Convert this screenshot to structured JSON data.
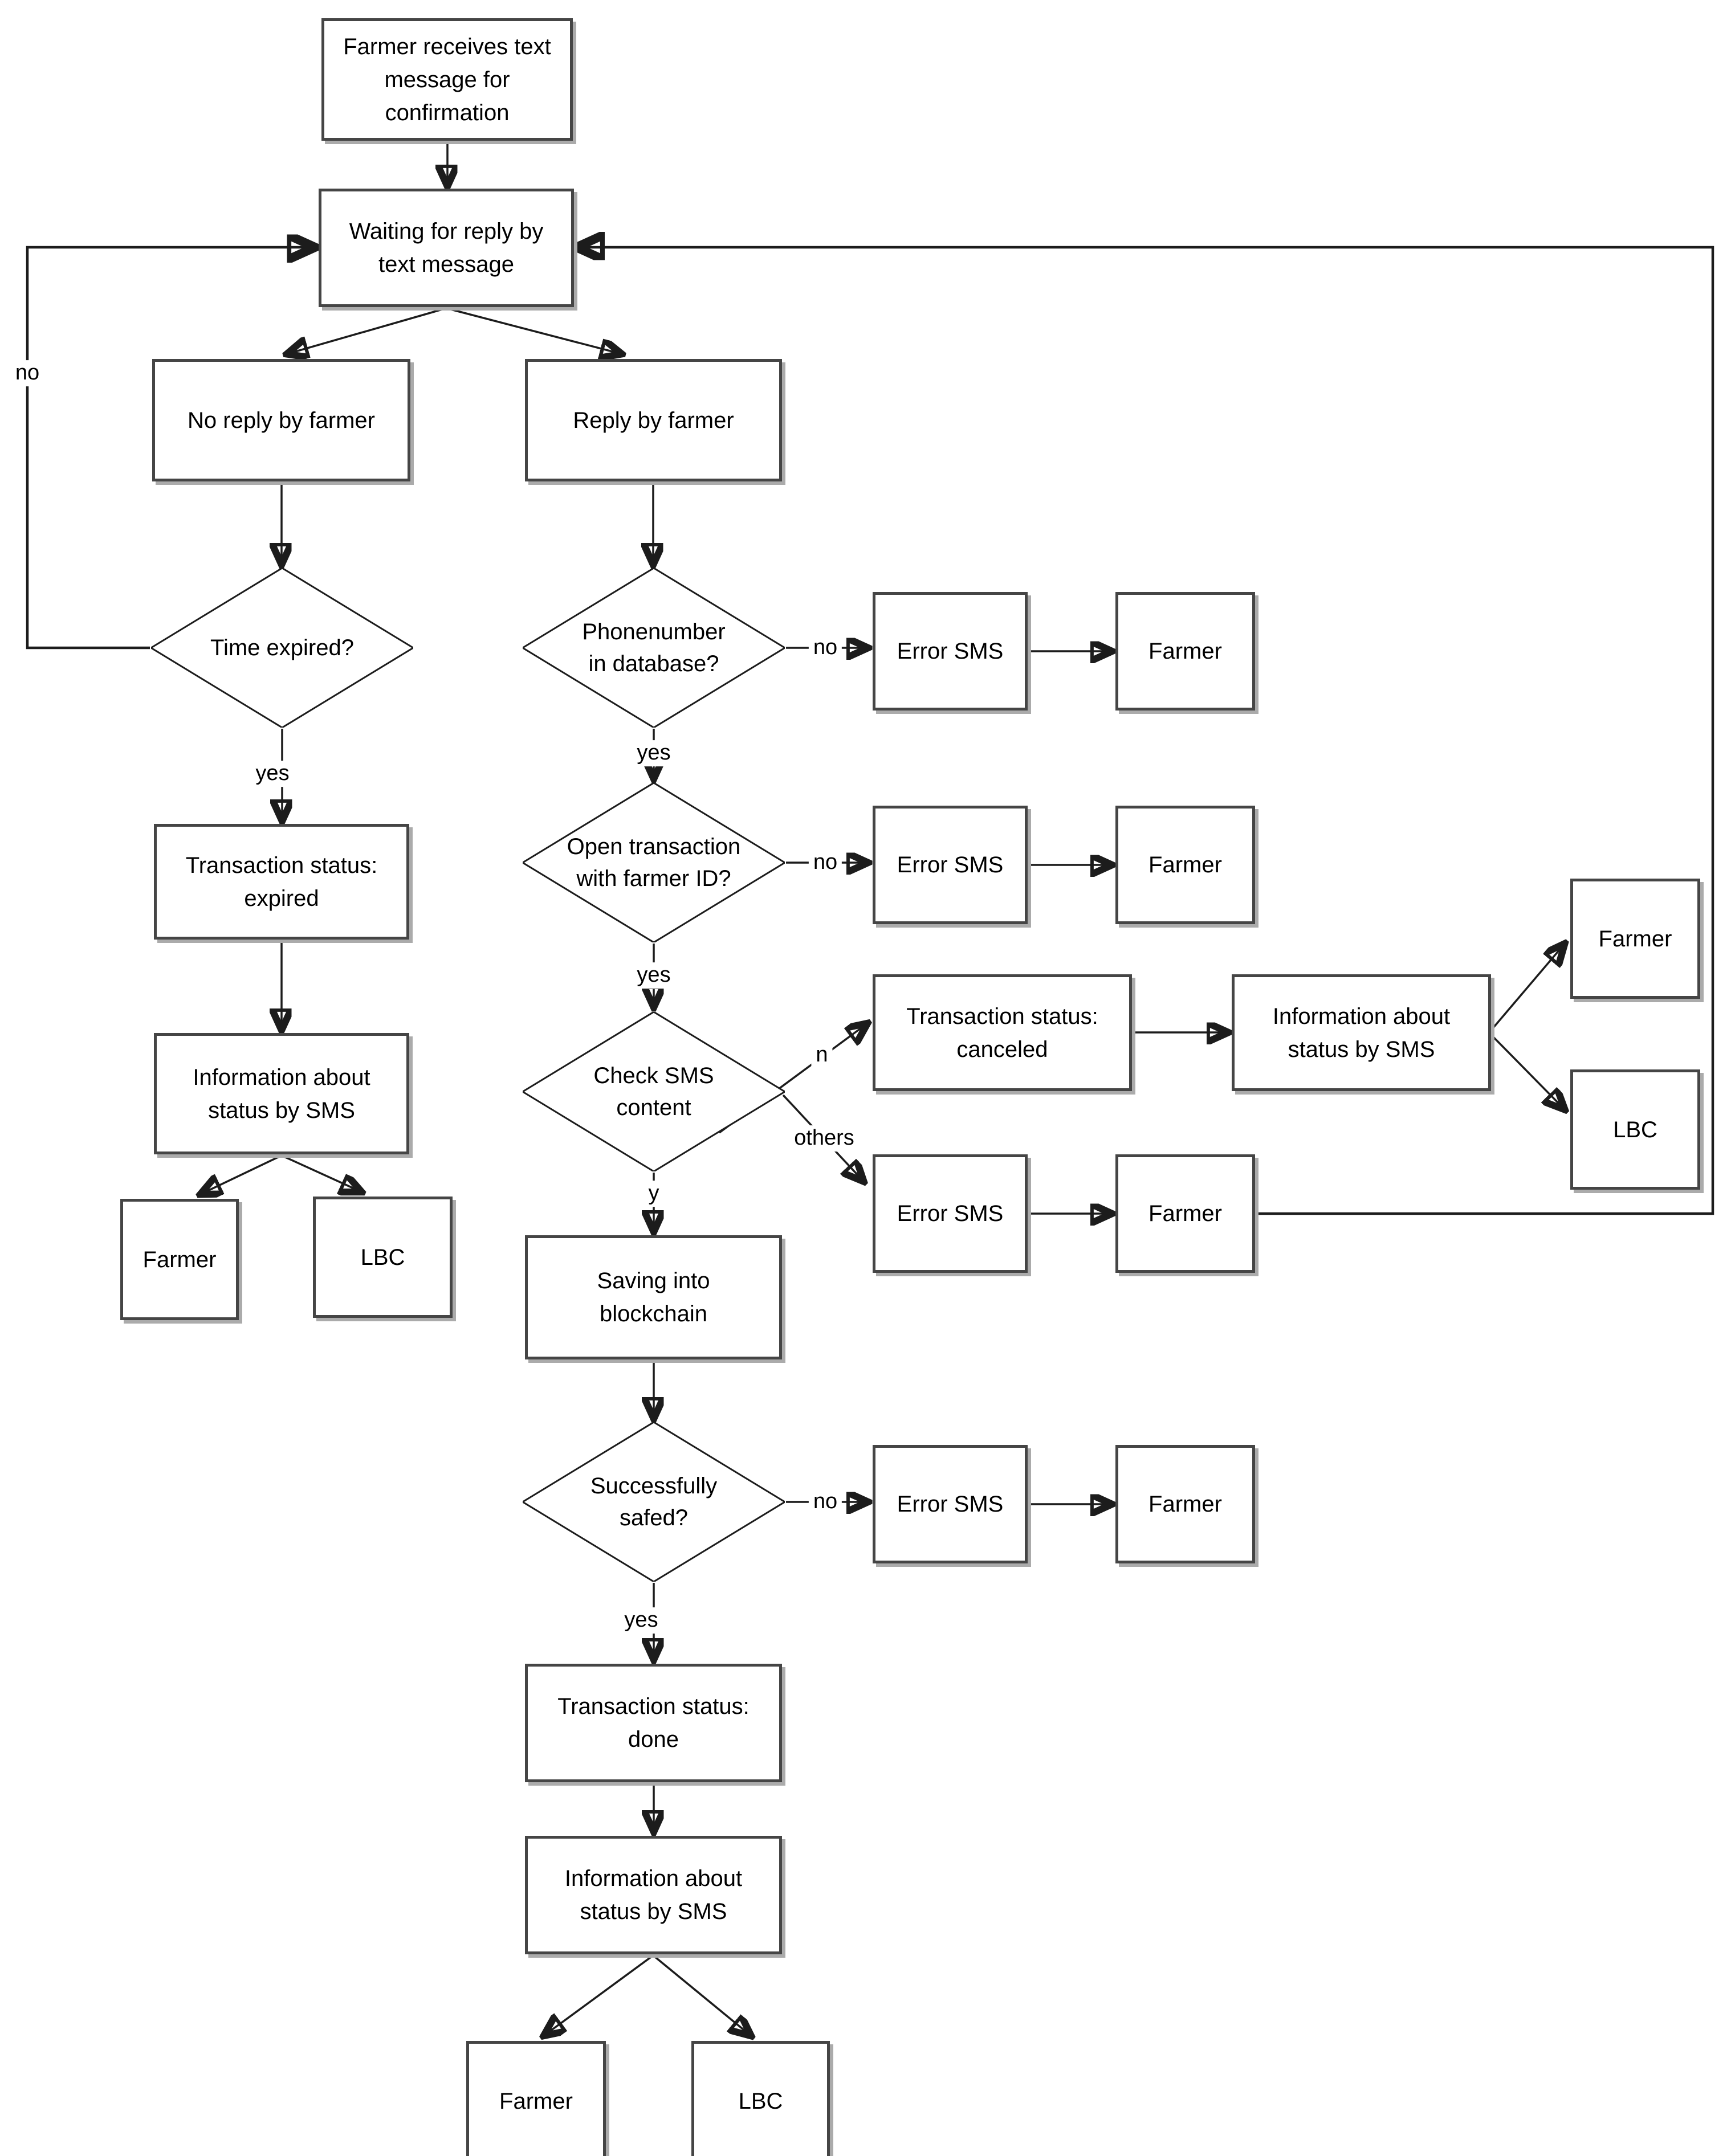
{
  "diagram": {
    "type": "flowchart",
    "colors": {
      "background": "#ffffff",
      "line": "#1c1c1c",
      "border": "#454545",
      "shadow": "#ababab",
      "text": "#000000"
    },
    "nodes": {
      "start": {
        "type": "process",
        "label": "Farmer receives text\nmessage for\nconfirmation"
      },
      "waiting": {
        "type": "process",
        "label": "Waiting for reply by\ntext message"
      },
      "no_reply": {
        "type": "process",
        "label": "No reply by farmer"
      },
      "reply": {
        "type": "process",
        "label": "Reply by farmer"
      },
      "time_expired": {
        "type": "decision",
        "label": "Time expired?"
      },
      "status_expired": {
        "type": "process",
        "label": "Transaction status:\nexpired"
      },
      "info_sms_left": {
        "type": "process",
        "label": "Information about\nstatus by SMS"
      },
      "farmer_left": {
        "type": "process",
        "label": "Farmer"
      },
      "lbc_left": {
        "type": "process",
        "label": "LBC"
      },
      "phone_db": {
        "type": "decision",
        "label": "Phonenumber\nin database?"
      },
      "error_sms_1": {
        "type": "process",
        "label": "Error SMS"
      },
      "farmer_1": {
        "type": "process",
        "label": "Farmer"
      },
      "open_tx": {
        "type": "decision",
        "label": "Open transaction\nwith farmer ID?"
      },
      "error_sms_2": {
        "type": "process",
        "label": "Error SMS"
      },
      "farmer_2": {
        "type": "process",
        "label": "Farmer"
      },
      "check_sms": {
        "type": "decision",
        "label": "Check SMS\ncontent"
      },
      "status_canceled": {
        "type": "process",
        "label": "Transaction status:\ncanceled"
      },
      "info_sms_right": {
        "type": "process",
        "label": "Information about\nstatus by SMS"
      },
      "farmer_right": {
        "type": "process",
        "label": "Farmer"
      },
      "lbc_right": {
        "type": "process",
        "label": "LBC"
      },
      "error_sms_3": {
        "type": "process",
        "label": "Error SMS"
      },
      "farmer_3": {
        "type": "process",
        "label": "Farmer"
      },
      "saving": {
        "type": "process",
        "label": "Saving into\nblockchain"
      },
      "successfully": {
        "type": "decision",
        "label": "Successfully\nsafed?"
      },
      "error_sms_4": {
        "type": "process",
        "label": "Error SMS"
      },
      "farmer_4": {
        "type": "process",
        "label": "Farmer"
      },
      "status_done": {
        "type": "process",
        "label": "Transaction status:\ndone"
      },
      "info_sms_bottom": {
        "type": "process",
        "label": "Information about\nstatus by SMS"
      },
      "farmer_bottom": {
        "type": "process",
        "label": "Farmer"
      },
      "lbc_bottom": {
        "type": "process",
        "label": "LBC"
      }
    },
    "edges": {
      "start_waiting": {
        "from": "start",
        "to": "waiting",
        "label": ""
      },
      "waiting_noreply": {
        "from": "waiting",
        "to": "no_reply",
        "label": ""
      },
      "waiting_reply": {
        "from": "waiting",
        "to": "reply",
        "label": ""
      },
      "noreply_time": {
        "from": "no_reply",
        "to": "time_expired",
        "label": ""
      },
      "time_no": {
        "from": "time_expired",
        "to": "waiting",
        "label": "no"
      },
      "time_yes": {
        "from": "time_expired",
        "to": "status_expired",
        "label": "yes"
      },
      "expired_info": {
        "from": "status_expired",
        "to": "info_sms_left",
        "label": ""
      },
      "infoleft_farmer": {
        "from": "info_sms_left",
        "to": "farmer_left",
        "label": ""
      },
      "infoleft_lbc": {
        "from": "info_sms_left",
        "to": "lbc_left",
        "label": ""
      },
      "reply_phone": {
        "from": "reply",
        "to": "phone_db",
        "label": ""
      },
      "phone_no": {
        "from": "phone_db",
        "to": "error_sms_1",
        "label": "no"
      },
      "error1_farmer1": {
        "from": "error_sms_1",
        "to": "farmer_1",
        "label": ""
      },
      "phone_yes": {
        "from": "phone_db",
        "to": "open_tx",
        "label": "yes"
      },
      "open_no": {
        "from": "open_tx",
        "to": "error_sms_2",
        "label": "no"
      },
      "error2_farmer2": {
        "from": "error_sms_2",
        "to": "farmer_2",
        "label": ""
      },
      "open_yes": {
        "from": "open_tx",
        "to": "check_sms",
        "label": "yes"
      },
      "check_n": {
        "from": "check_sms",
        "to": "status_canceled",
        "label": "n"
      },
      "canceled_info": {
        "from": "status_canceled",
        "to": "info_sms_right",
        "label": ""
      },
      "inforight_farmer": {
        "from": "info_sms_right",
        "to": "farmer_right",
        "label": ""
      },
      "inforight_lbc": {
        "from": "info_sms_right",
        "to": "lbc_right",
        "label": ""
      },
      "check_others": {
        "from": "check_sms",
        "to": "error_sms_3",
        "label": "others"
      },
      "error3_farmer3": {
        "from": "error_sms_3",
        "to": "farmer_3",
        "label": ""
      },
      "farmer3_waiting": {
        "from": "farmer_3",
        "to": "waiting",
        "label": ""
      },
      "check_y": {
        "from": "check_sms",
        "to": "saving",
        "label": "y"
      },
      "saving_success": {
        "from": "saving",
        "to": "successfully",
        "label": ""
      },
      "success_no": {
        "from": "successfully",
        "to": "error_sms_4",
        "label": "no"
      },
      "error4_farmer4": {
        "from": "error_sms_4",
        "to": "farmer_4",
        "label": ""
      },
      "success_yes": {
        "from": "successfully",
        "to": "status_done",
        "label": "yes"
      },
      "done_info": {
        "from": "status_done",
        "to": "info_sms_bottom",
        "label": ""
      },
      "infobottom_farmer": {
        "from": "info_sms_bottom",
        "to": "farmer_bottom",
        "label": ""
      },
      "infobottom_lbc": {
        "from": "info_sms_bottom",
        "to": "lbc_bottom",
        "label": ""
      }
    }
  }
}
